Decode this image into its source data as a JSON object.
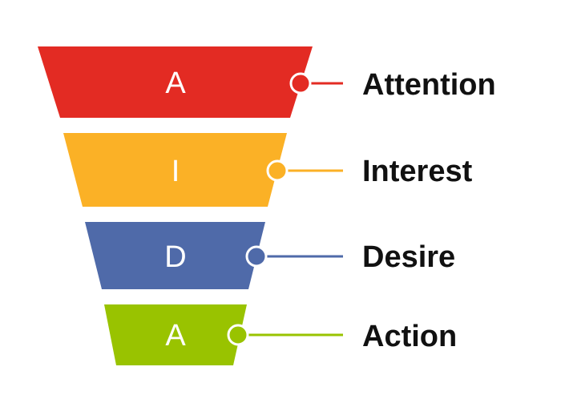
{
  "funnel": {
    "stages": [
      {
        "letter": "A",
        "label": "Attention",
        "color": "#e32b23"
      },
      {
        "letter": "I",
        "label": "Interest",
        "color": "#fbb126"
      },
      {
        "letter": "D",
        "label": "Desire",
        "color": "#4f6aa9"
      },
      {
        "letter": "A",
        "label": "Action",
        "color": "#99c300"
      }
    ]
  }
}
